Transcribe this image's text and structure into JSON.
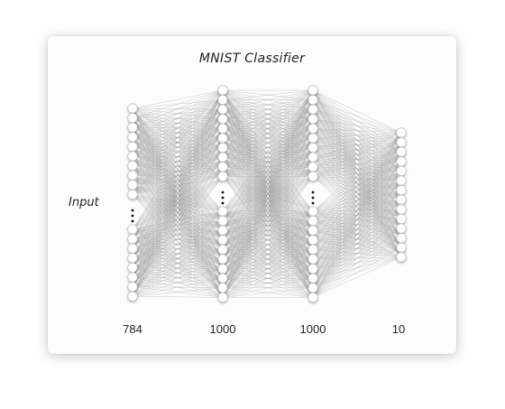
{
  "diagram": {
    "title": "MNIST Classifier",
    "input_label": "Input",
    "layers": [
      {
        "size": "784",
        "top_nodes": 10,
        "bottom_nodes": 8,
        "ellipsis": true
      },
      {
        "size": "1000",
        "top_nodes": 10,
        "bottom_nodes": 10,
        "ellipsis": true
      },
      {
        "size": "1000",
        "top_nodes": 10,
        "bottom_nodes": 10,
        "ellipsis": true
      },
      {
        "size": "10",
        "top_nodes": 14,
        "bottom_nodes": 0,
        "ellipsis": false
      }
    ],
    "colors": {
      "edge": "#9a9a9a",
      "node_fill": "#ffffff",
      "node_stroke": "#bdbdbd",
      "text": "#222222"
    }
  }
}
